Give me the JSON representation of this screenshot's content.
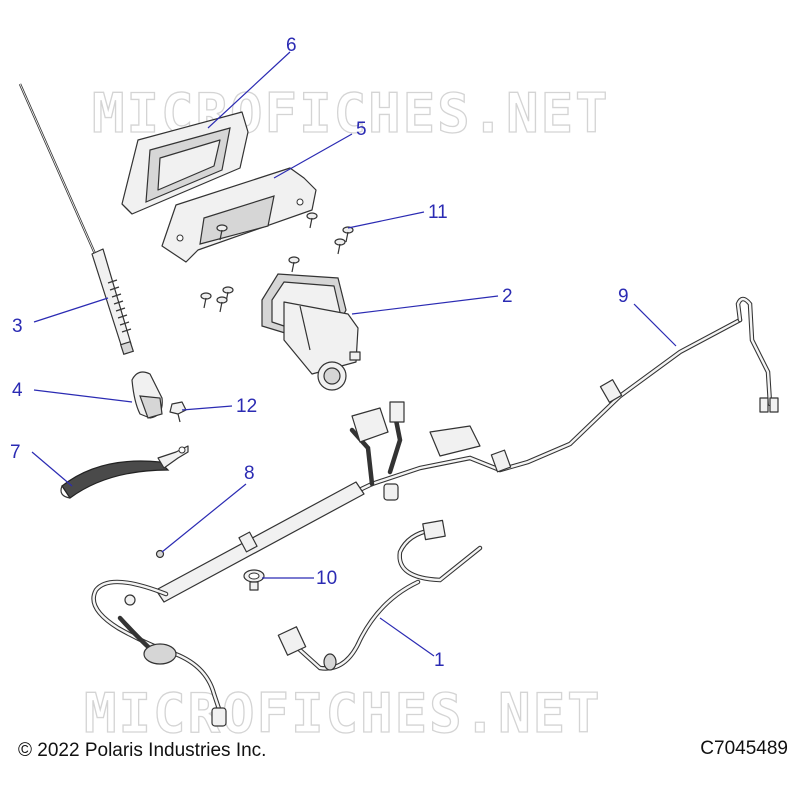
{
  "watermark": "MICROFICHES.NET",
  "callouts": [
    "1",
    "2",
    "3",
    "4",
    "5",
    "6",
    "7",
    "8",
    "9",
    "10",
    "11",
    "12"
  ],
  "footer": {
    "copyright": "© 2022 Polaris Industries Inc.",
    "figure_code": "C7045489"
  }
}
